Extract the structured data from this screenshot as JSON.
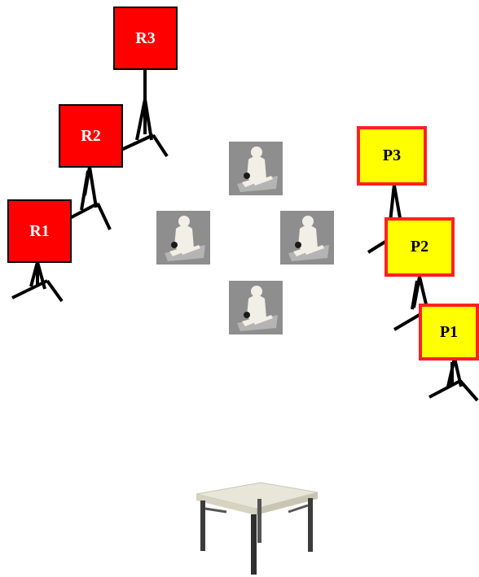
{
  "red_signs": [
    {
      "label": "R3",
      "color": "#ff0000"
    },
    {
      "label": "R2",
      "color": "#ff0000"
    },
    {
      "label": "R1",
      "color": "#ff0000"
    }
  ],
  "yellow_signs": [
    {
      "label": "P3",
      "color": "#ffff00",
      "border": "#ff2020"
    },
    {
      "label": "P2",
      "color": "#ffff00",
      "border": "#ff2020"
    },
    {
      "label": "P1",
      "color": "#ffff00",
      "border": "#ff2020"
    }
  ],
  "chairs": [
    "chair-icon-top",
    "chair-icon-left",
    "chair-icon-right",
    "chair-icon-bottom"
  ],
  "table": {
    "icon": "table-icon"
  }
}
